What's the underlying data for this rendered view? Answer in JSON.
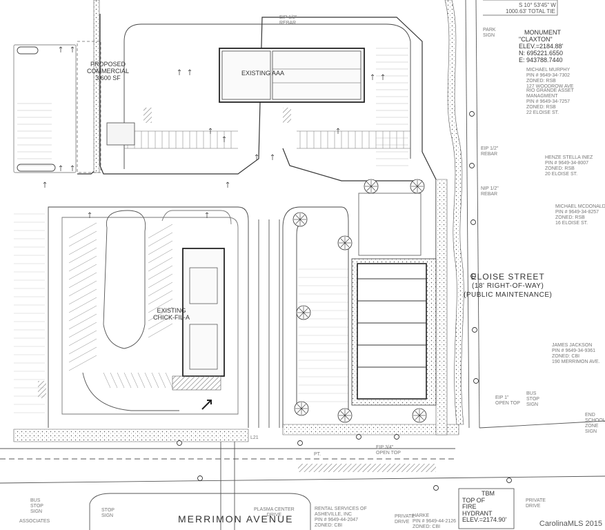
{
  "labels": {
    "proposed_commercial": [
      "PROPOSED",
      "COMMERCIAL",
      "3,600 SF"
    ],
    "existing_aaa": "EXISTING AAA",
    "existing_chickfila": [
      "EXISTING",
      "CHICK-FIL-A"
    ],
    "eloise_street": [
      "ELOISE STREET",
      "(18' RIGHT-OF-WAY)",
      "(PUBLIC MAINTENANCE)"
    ],
    "merrimon_avenue": "MERRIMON AVENUE",
    "monument": [
      "MONUMENT",
      "\"CLAXTON\"",
      "ELEV.=2184.88'",
      "N: 695221.6550",
      "E: 943788.7440"
    ],
    "tie": "S 10° 53'45\" W",
    "tie2": "1000.63' TOTAL TIE",
    "eip_rebar_top": [
      "EIP 1/2\"",
      "REBAR"
    ],
    "eip_rebar_mid": [
      "EIP 1/2\"",
      "REBAR"
    ],
    "nip_rebar": [
      "NIP 1/2\"",
      "REBAR"
    ],
    "eip_open_top": [
      "EIP 1\"",
      "OPEN TOP"
    ],
    "eip_open_top2": [
      "EIP 3/4\"",
      "OPEN TOP"
    ],
    "park_sign": [
      "PARK",
      "SIGN"
    ],
    "bus_stop_sign_right": [
      "BUS",
      "STOP",
      "SIGN"
    ],
    "end_school_zone": [
      "END",
      "SCHOOL",
      "ZONE",
      "SIGN"
    ],
    "bus_stop_sign_left": [
      "BUS",
      "STOP",
      "SIGN"
    ],
    "stop_sign": [
      "STOP",
      "SIGN"
    ],
    "plasma_center": [
      "PLASMA CENTER",
      "DRIVE"
    ],
    "private_drive": [
      "PRIVATE",
      "DRIVE"
    ],
    "private_drive2": [
      "PRIVATE",
      "DRIVE"
    ],
    "tbm": [
      "TBM",
      "TOP OF",
      "FIRE",
      "HYDRANT",
      "ELEV.=2174.90'"
    ],
    "owners": [
      [
        "MICHAEL MURPHY",
        "PIN # 9649-34-7302",
        "ZONED: RSB",
        "127 WOODROW AVE"
      ],
      [
        "RIO GRANDE ASSET",
        "MANAGMENT",
        "PIN # 9649-34-7257",
        "ZONED: RSB",
        "22 ELOISE ST."
      ],
      [
        "HENZE STELLA INEZ",
        "PIN # 9649-34-8007",
        "ZONED: RSB",
        "20 ELOISE ST."
      ],
      [
        "MICHAEL MCDONALD",
        "PIN # 9649-34-8257",
        "ZONED: RSB",
        "16 ELOISE ST."
      ],
      [
        "JAMES JACKSON",
        "PIN # 9649-34-9361",
        "ZONED: CBI",
        "190 MERRIMON AVE."
      ]
    ],
    "associates": "ASSOCIATES",
    "rental_services": [
      "RENTAL SERVICES OF",
      "ASHEVILLE, INC",
      "PIN # 9649-44-2047",
      "ZONED: CBI"
    ],
    "harke": [
      "HARKE",
      "PIN # 9649-44-2126",
      "ZONED: CBI"
    ],
    "pt": "PT.",
    "dim": "L21",
    "watermark": "CarolinaMLS 2015"
  }
}
